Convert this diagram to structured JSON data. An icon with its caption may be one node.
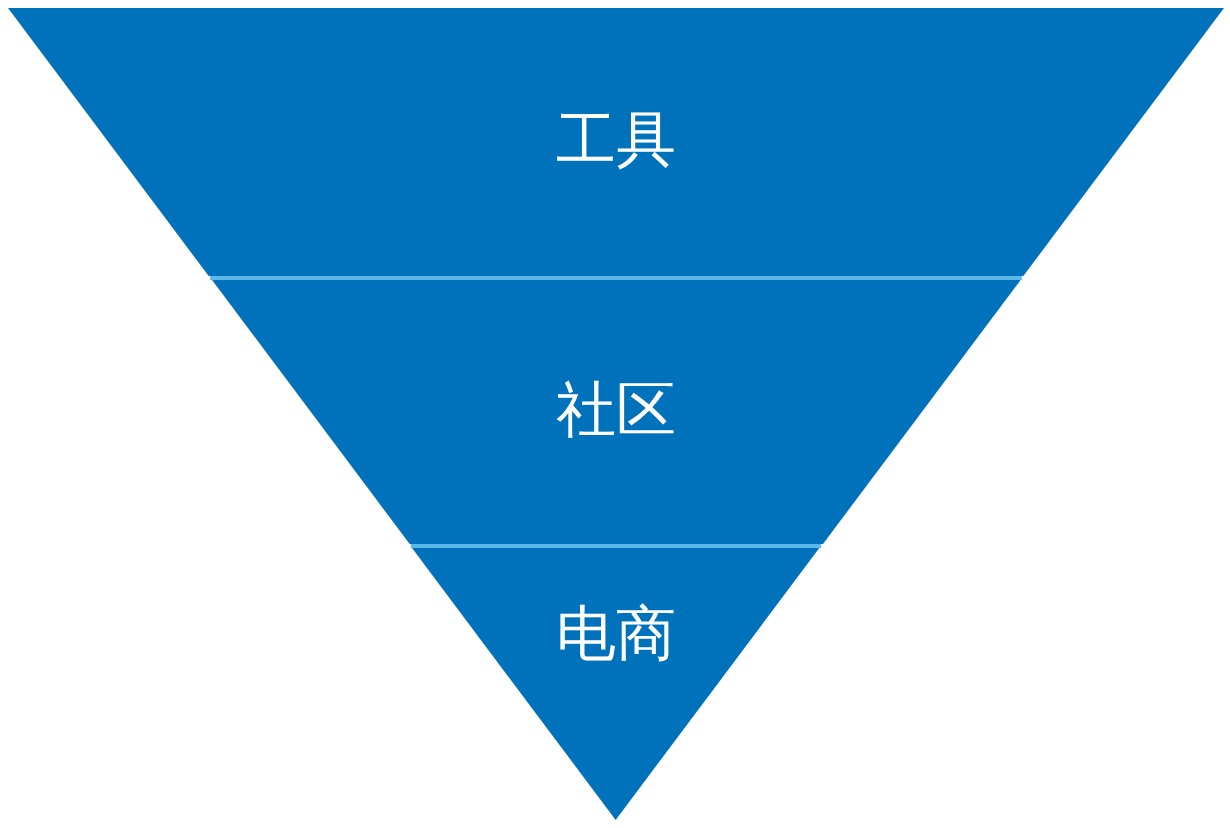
{
  "diagram": {
    "nodes": [
      {
        "text": [
          "工具"
        ]
      },
      {
        "text": [
          "社区"
        ]
      },
      {
        "text": [
          "电商"
        ]
      }
    ]
  }
}
